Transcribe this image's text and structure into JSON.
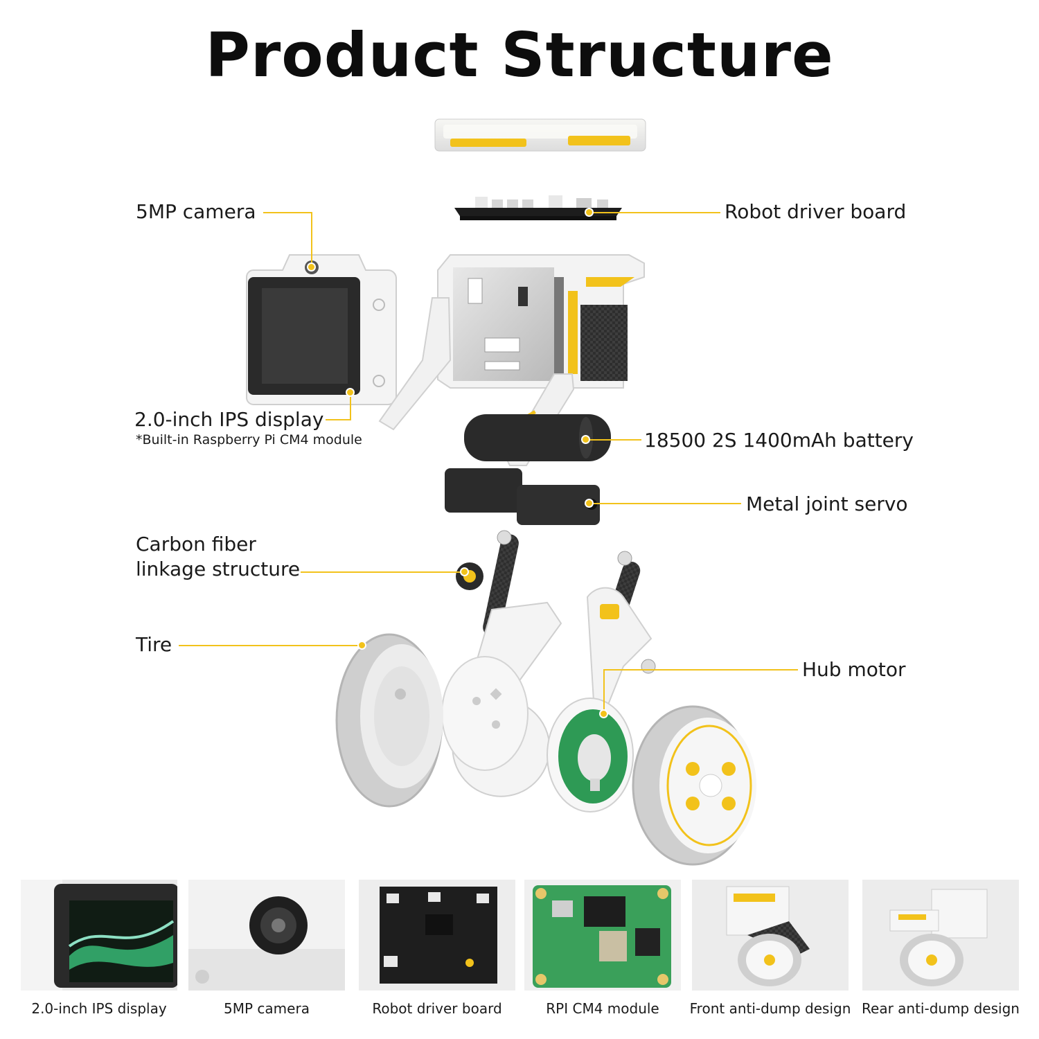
{
  "page": {
    "title": "Product Structure"
  },
  "callouts": {
    "camera": "5MP camera",
    "driver_board": "Robot driver board",
    "display": "2.0-inch IPS display",
    "display_note": "*Built-in Raspberry Pi CM4 module",
    "battery": "18500 2S 1400mAh battery",
    "servo": "Metal joint servo",
    "linkage_line1": "Carbon fiber",
    "linkage_line2": "linkage structure",
    "tire": "Tire",
    "hub_motor": "Hub motor"
  },
  "thumbnails": [
    {
      "caption": "2.0-inch IPS display"
    },
    {
      "caption": "5MP camera"
    },
    {
      "caption": "Robot driver board"
    },
    {
      "caption": "RPI CM4 module"
    },
    {
      "caption": "Front anti-dump design"
    },
    {
      "caption": "Rear anti-dump design"
    }
  ],
  "colors": {
    "accent": "#f2c21b",
    "body_white": "#f4f4f4",
    "dark": "#2b2b2b",
    "pcb_green": "#2e9a55"
  }
}
